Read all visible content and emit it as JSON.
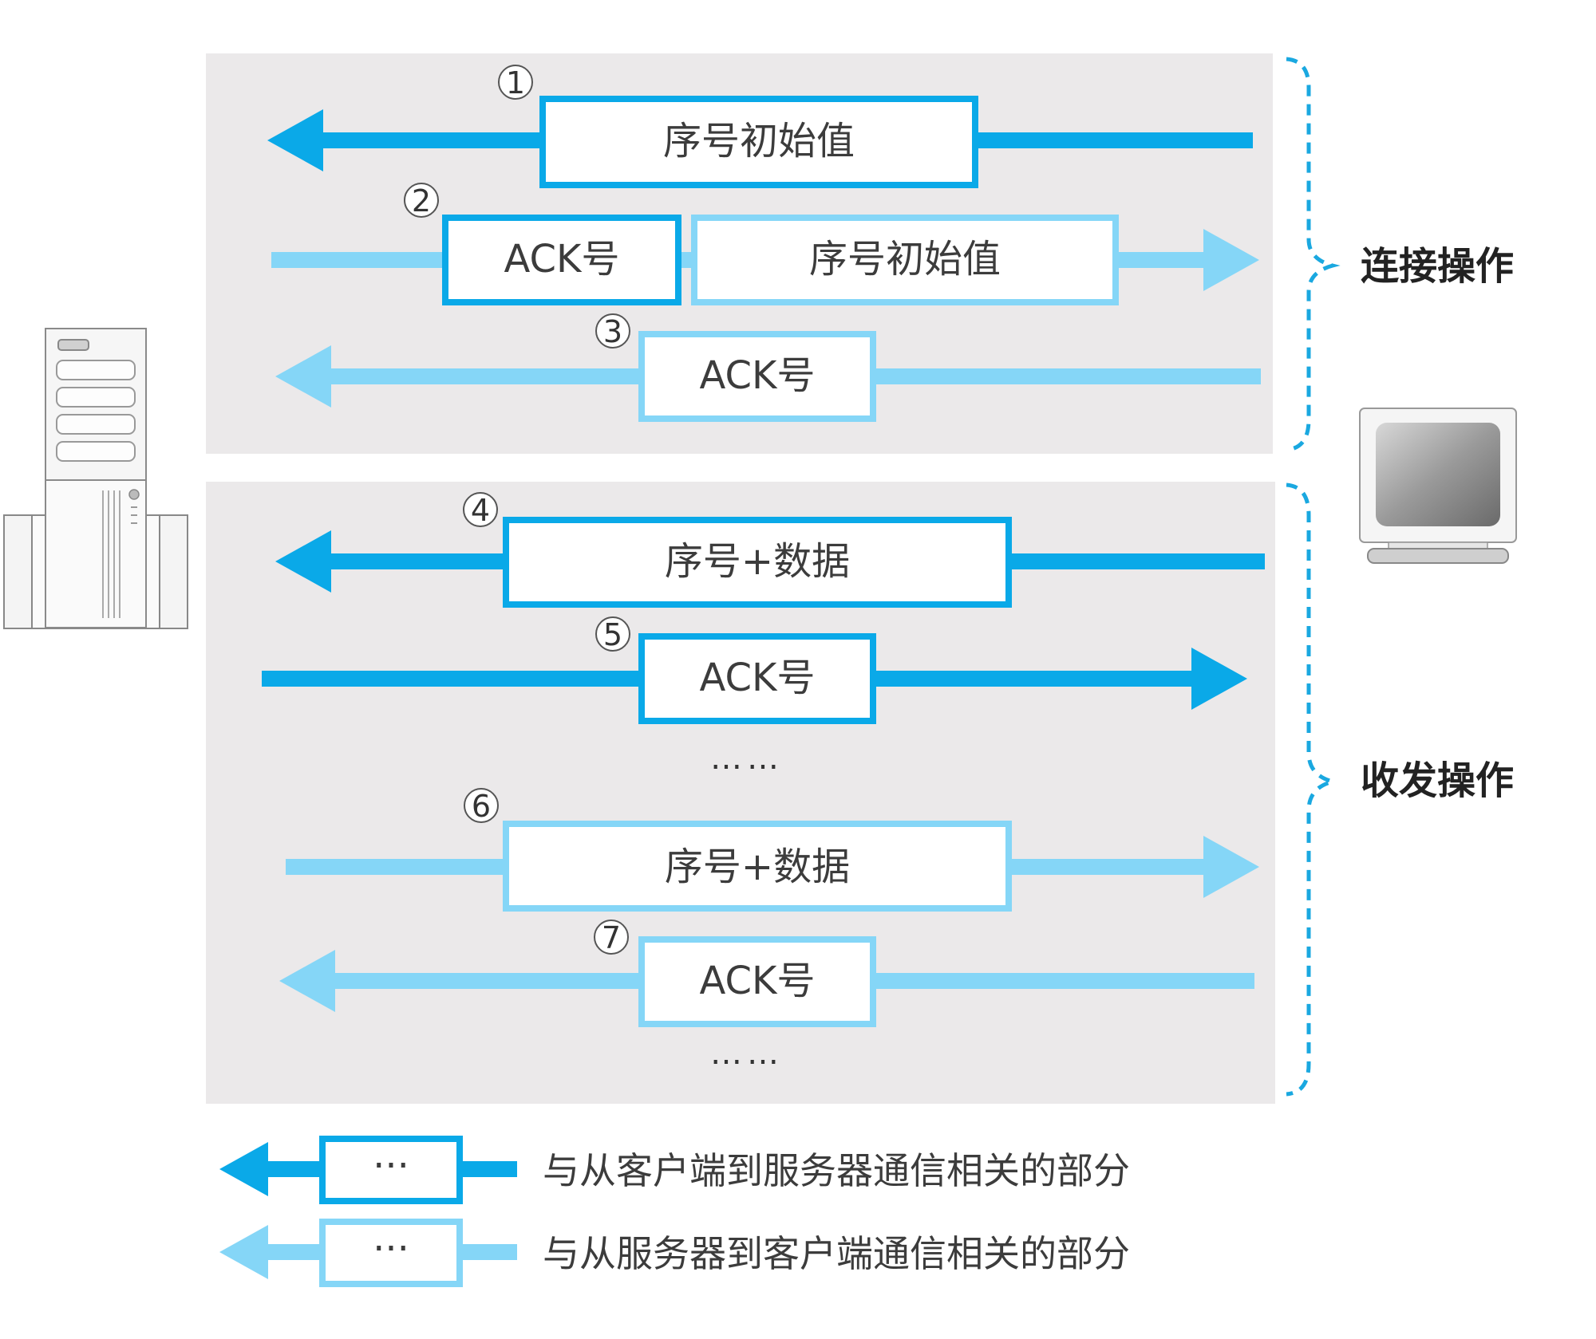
{
  "colors": {
    "dark_blue": "#0aa9e8",
    "light_blue": "#85d6f7",
    "panel_gray": "#ebe9ea",
    "brace_blue": "#1aa8e0"
  },
  "icons": {
    "server": "server-icon",
    "client": "monitor-icon"
  },
  "sections": {
    "connect_label": "连接操作",
    "transfer_label": "收发操作"
  },
  "steps": {
    "s1": {
      "num": "1",
      "direction": "to-server",
      "kind": "client-to-server",
      "box1": "序号初始值"
    },
    "s2": {
      "num": "2",
      "direction": "to-client",
      "kind": "server-to-client",
      "box1": "ACK号",
      "box2": "序号初始值"
    },
    "s3": {
      "num": "3",
      "direction": "to-server",
      "kind": "client-to-server",
      "box1": "ACK号"
    },
    "s4": {
      "num": "4",
      "direction": "to-server",
      "kind": "client-to-server",
      "box1": "序号+数据"
    },
    "s5": {
      "num": "5",
      "direction": "to-client",
      "kind": "server-to-client",
      "box1": "ACK号"
    },
    "s6": {
      "num": "6",
      "direction": "to-client",
      "kind": "server-to-client",
      "box1": "序号+数据"
    },
    "s7": {
      "num": "7",
      "direction": "to-server",
      "kind": "client-to-server",
      "box1": "ACK号"
    }
  },
  "ellipsis": "……",
  "legend": {
    "box_text": "···",
    "dark_text": "与从客户端到服务器通信相关的部分",
    "light_text": "与从服务器到客户端通信相关的部分"
  }
}
